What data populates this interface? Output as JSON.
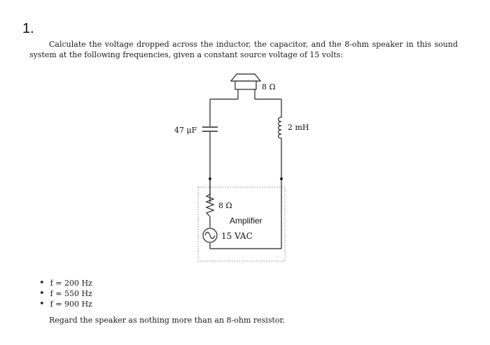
{
  "question": {
    "number": "1.",
    "intro": "Calculate the voltage dropped across the inductor, the capacitor, and the 8-ohm speaker in this sound system at the following frequencies, given a constant source voltage of 15 volts:",
    "note": "Regard the speaker as nothing more than an 8-ohm resistor."
  },
  "circuit": {
    "speaker_label": "8 Ω",
    "capacitor_label": "47 μF",
    "inductor_label": "2 mH",
    "source_resistor_label": "8 Ω",
    "amplifier_label": "Amplifier",
    "source_voltage_label": "15 VAC"
  },
  "frequencies": [
    "f = 200 Hz",
    "f = 550 Hz",
    "f = 900 Hz"
  ]
}
